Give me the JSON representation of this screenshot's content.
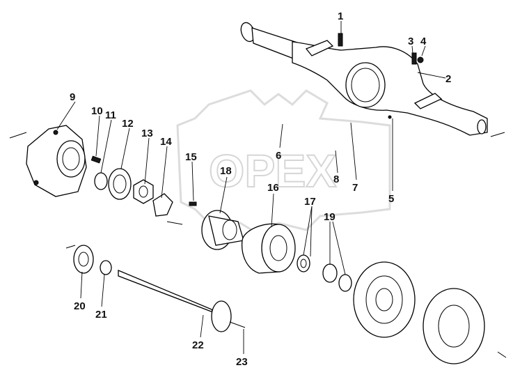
{
  "watermark": {
    "text": "OPEX"
  },
  "callouts": [
    {
      "id": "c1",
      "label": "1"
    },
    {
      "id": "c2",
      "label": "2"
    },
    {
      "id": "c3",
      "label": "3"
    },
    {
      "id": "c4",
      "label": "4"
    },
    {
      "id": "c5",
      "label": "5"
    },
    {
      "id": "c6",
      "label": "6"
    },
    {
      "id": "c7",
      "label": "7"
    },
    {
      "id": "c8",
      "label": "8"
    },
    {
      "id": "c9",
      "label": "9"
    },
    {
      "id": "c10",
      "label": "10"
    },
    {
      "id": "c11",
      "label": "11"
    },
    {
      "id": "c12",
      "label": "12"
    },
    {
      "id": "c13",
      "label": "13"
    },
    {
      "id": "c14",
      "label": "14"
    },
    {
      "id": "c15",
      "label": "15"
    },
    {
      "id": "c16",
      "label": "16"
    },
    {
      "id": "c17",
      "label": "17"
    },
    {
      "id": "c18",
      "label": "18"
    },
    {
      "id": "c19",
      "label": "19"
    },
    {
      "id": "c20",
      "label": "20"
    },
    {
      "id": "c21",
      "label": "21"
    },
    {
      "id": "c22",
      "label": "22"
    },
    {
      "id": "c23",
      "label": "23"
    }
  ]
}
